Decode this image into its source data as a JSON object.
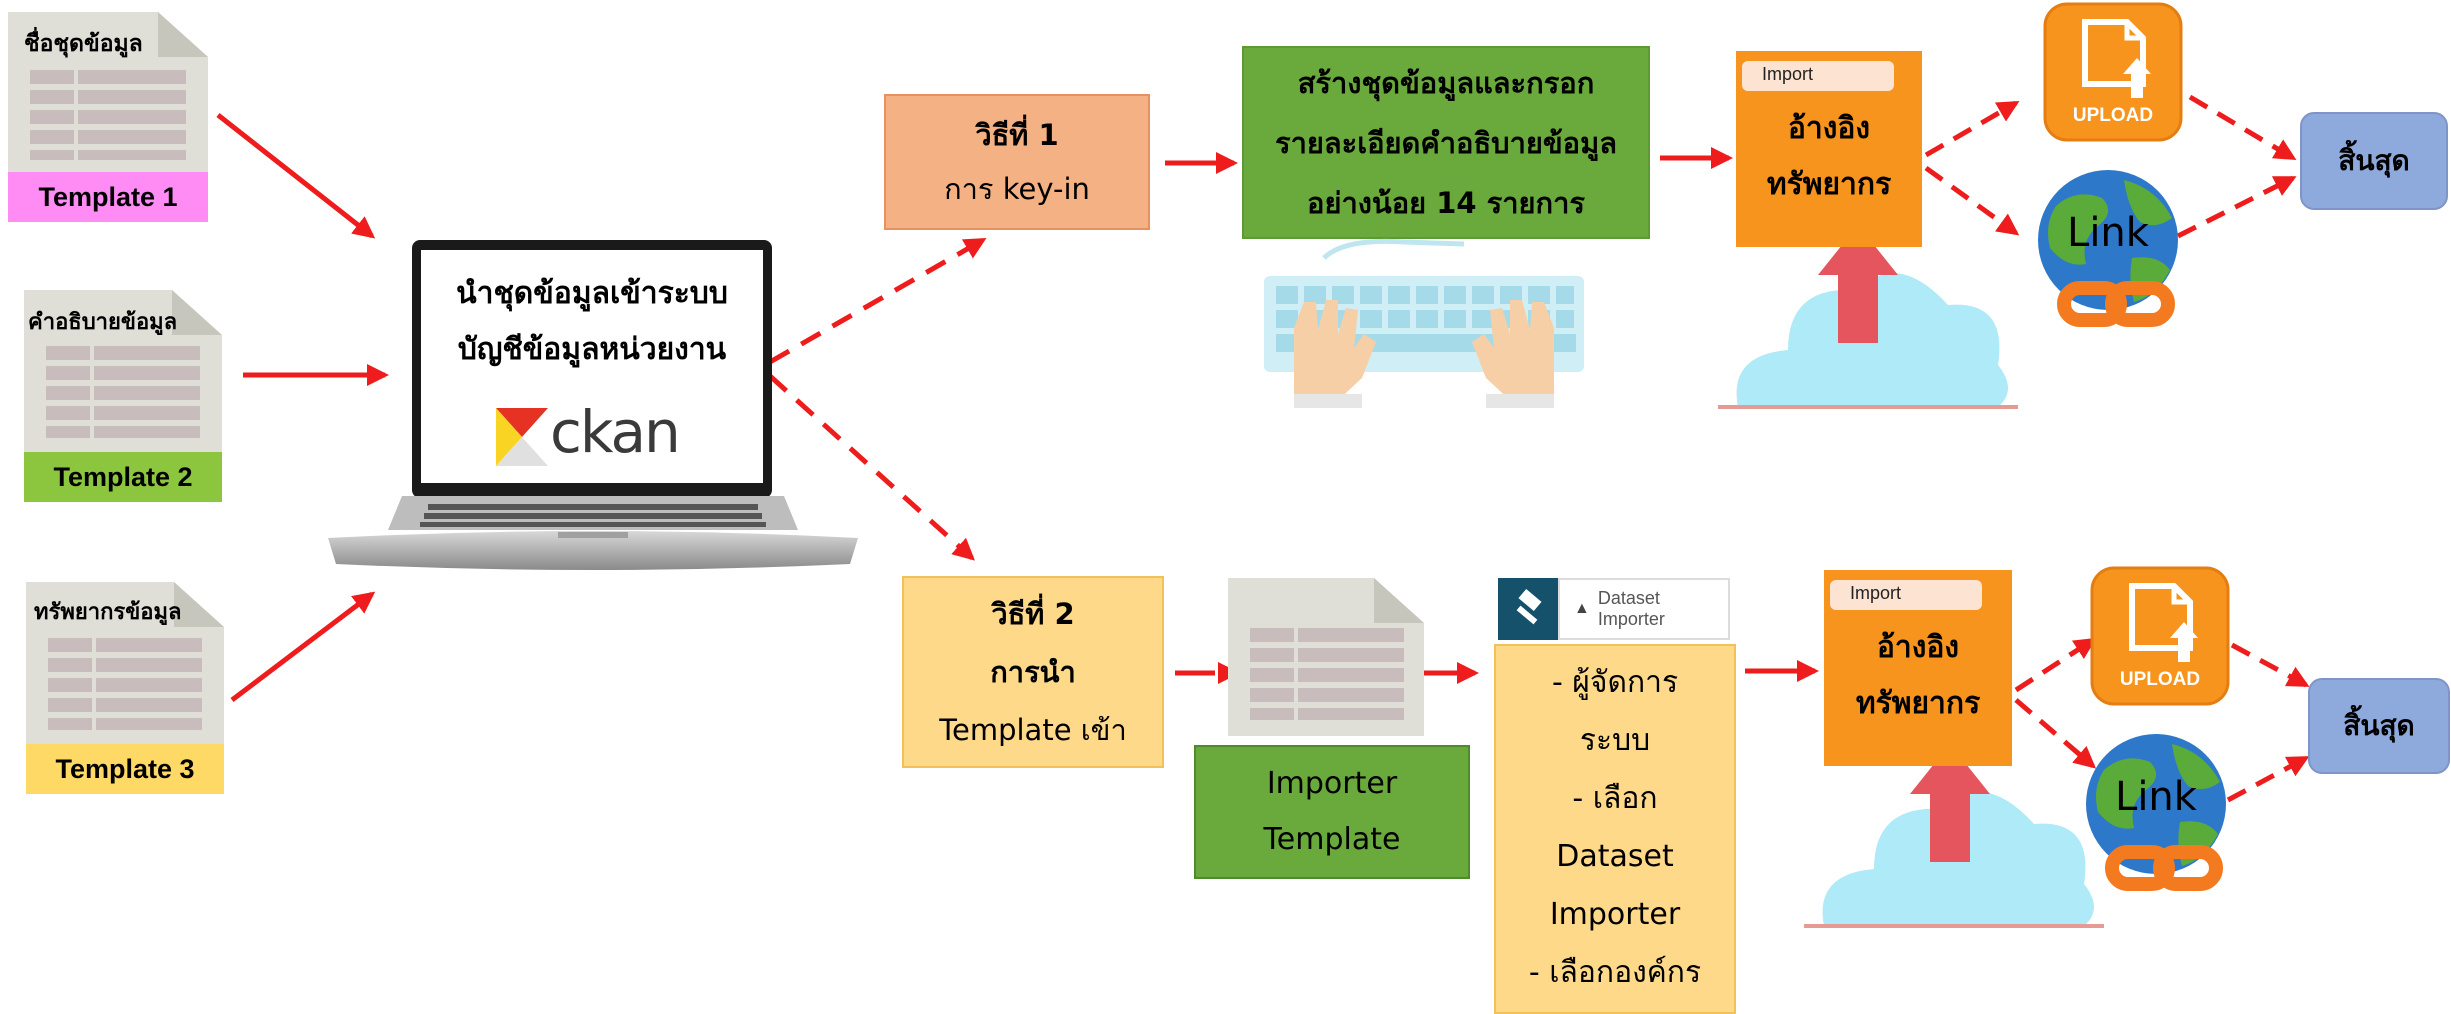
{
  "colors": {
    "arrow": "#ee1c1c",
    "template1": "#ff8bf4",
    "template2": "#8cc63e",
    "template3": "#ffd966",
    "method1": "#f4b183",
    "method2": "#ffd98a",
    "keyin_green": "#6aaa3c",
    "import_orange": "#f7941d",
    "end_blue": "#8ea9db",
    "cloud": "#aeeaf7"
  },
  "documents": [
    {
      "title": "ชื่อชุดข้อมูล",
      "label": "Template 1"
    },
    {
      "title": "คำอธิบายข้อมูล",
      "label": "Template 2"
    },
    {
      "title": "ทรัพยากรข้อมูล",
      "label": "Template 3"
    }
  ],
  "laptop": {
    "line1": "นำชุดข้อมูลเข้าระบบ",
    "line2": "บัญชีข้อมูลหน่วยงาน",
    "logo_text": "ckan"
  },
  "method1": {
    "line1": "วิธีที่ 1",
    "line2": "การ key-in"
  },
  "keyin": {
    "line1": "สร้างชุดข้อมูลและกรอก",
    "line2": "รายละเอียดคำอธิบายข้อมูล",
    "line3": "อย่างน้อย 14 รายการ"
  },
  "method2": {
    "line1": "วิธีที่ 2",
    "line2": "การนำ",
    "line3": "Template เข้า"
  },
  "importer_template": {
    "line1": "Importer",
    "line2": "Template"
  },
  "dataset_importer": {
    "tab_label": "Dataset Importer",
    "steps": [
      "- ผู้จัดการ",
      "ระบบ",
      "- เลือก",
      "Dataset",
      "Importer",
      "- เลือกองค์กร"
    ]
  },
  "import_box": {
    "tag": "Import",
    "line1": "อ้างอิง",
    "line2": "ทรัพยากร"
  },
  "upload_label": "UPLOAD",
  "link_label": "Link",
  "end_label": "สิ้นสุด",
  "icons": [
    "document-icon",
    "laptop-icon",
    "ckan-logo-icon",
    "keyboard-hands-icon",
    "cloud-upload-icon",
    "upload-file-icon",
    "globe-link-icon",
    "hammer-icon",
    "cloud-small-icon"
  ]
}
